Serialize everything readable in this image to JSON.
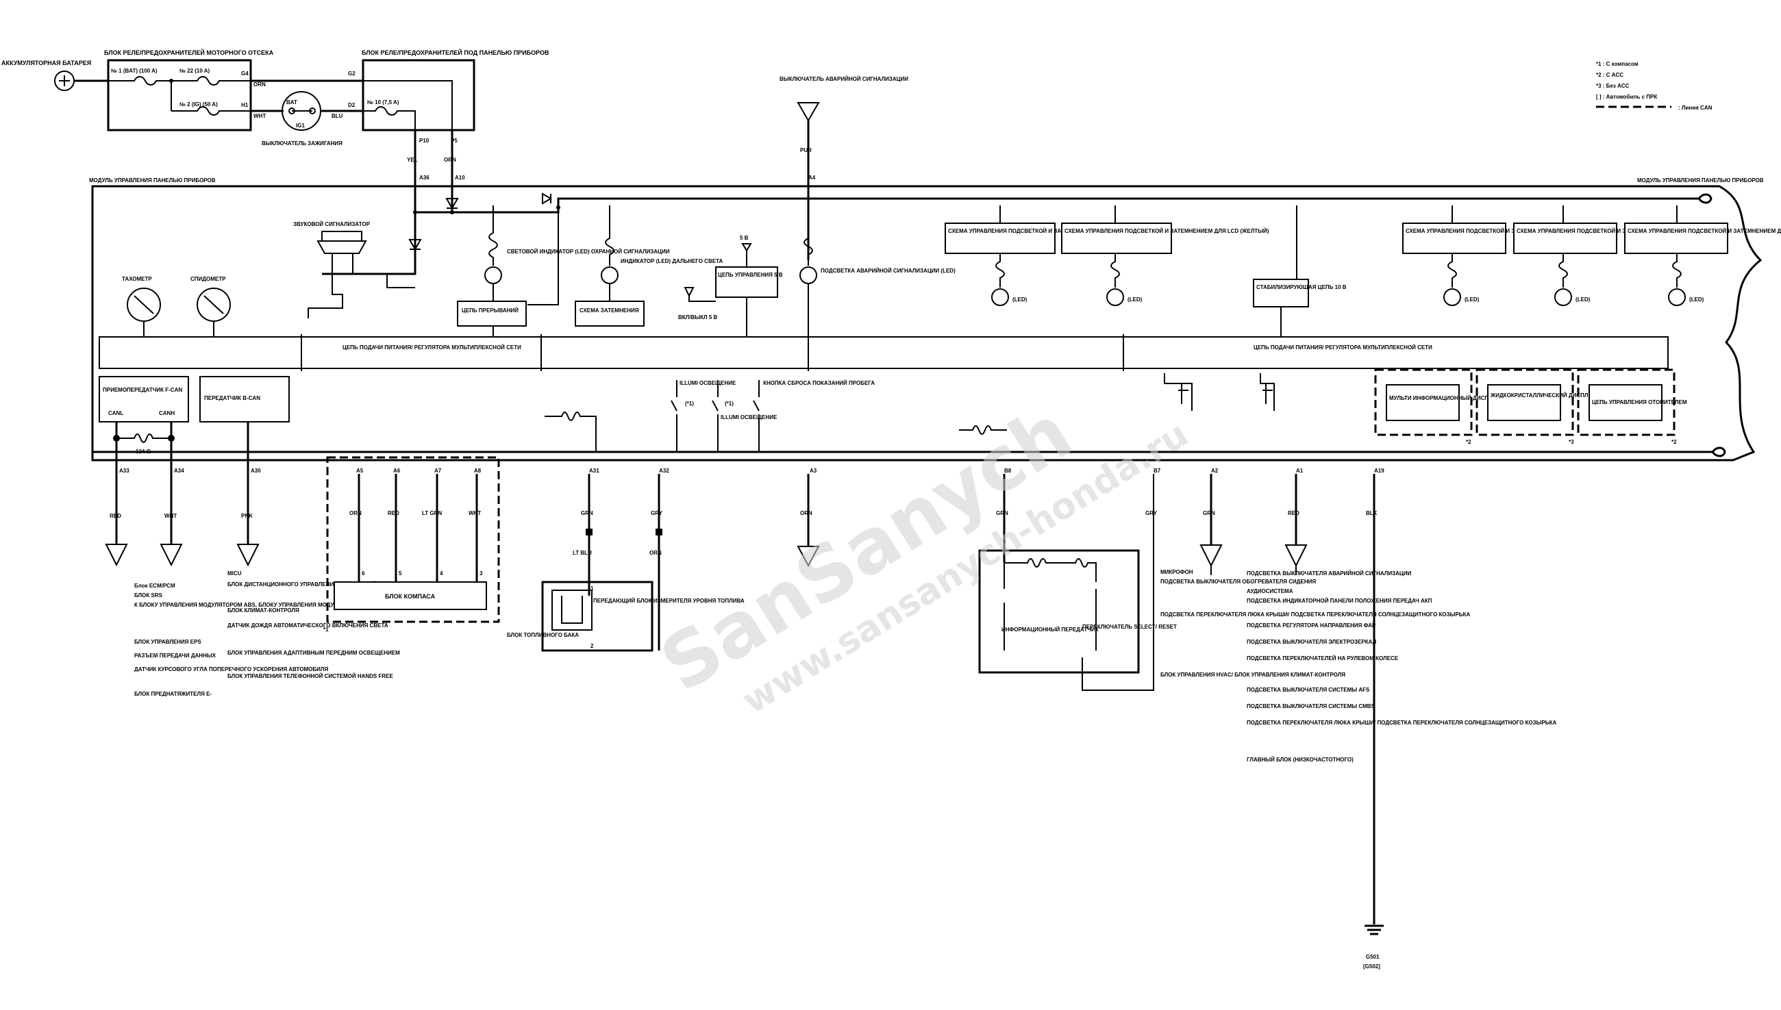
{
  "battery_label": "АККУМУЛЯТОРНАЯ БАТАРЕЯ",
  "engine_fuse_box_title": "БЛОК РЕЛЕ/ПРЕДОХРАНИТЕЛЕЙ МОТОРНОГО ОТСЕКА",
  "dash_fuse_box_title": "БЛОК РЕЛЕ/ПРЕДОХРАНИТЕЛЕЙ ПОД ПАНЕЛЬЮ ПРИБОРОВ",
  "fuses": {
    "f1": "№ 1 (BAT) (100 A)",
    "f22": "№ 22 (10 A)",
    "f2": "№ 2 (IG) (50 A)",
    "f10": "№ 10 (7,5 A)"
  },
  "ignition_switch_label": "ВЫКЛЮЧАТЕЛЬ ЗАЖИГАНИЯ",
  "ignition": {
    "bat": "BAT",
    "ig1": "IG1"
  },
  "hazard_switch_label": "ВЫКЛЮЧАТЕЛЬ АВАРИЙНОЙ СИГНАЛИЗАЦИИ",
  "legend": {
    "n1": "*1 : С компасом",
    "n2": "*2 : С ACC",
    "n3": "*3 : Без ACC",
    "n4": "[ ] : Автомобиль с ПРК",
    "can": ": Линия CAN"
  },
  "module_title": "МОДУЛЬ УПРАВЛЕНИЯ ПАНЕЛЬЮ ПРИБОРОВ",
  "pins": {
    "g4": "G4",
    "h1": "H1",
    "g2": "G2",
    "d2": "D2",
    "p10": "P10",
    "p5": "P5",
    "a36": "A36",
    "a10": "A10",
    "a4": "A4",
    "a33": "A33",
    "a34": "A34",
    "a30": "A30",
    "a5": "A5",
    "a6": "A6",
    "a7": "A7",
    "a8": "A8",
    "a31": "A31",
    "a32": "A32",
    "a3": "A3",
    "b8": "B8",
    "b7": "B7",
    "a2": "A2",
    "a1": "A1",
    "a19": "A19"
  },
  "wires": {
    "orn": "ORN",
    "wht": "WHT",
    "blu": "BLU",
    "yel": "YEL",
    "pur": "PUR",
    "red": "RED",
    "pnk": "PNK",
    "lt_grn": "LT GRN",
    "grn": "GRN",
    "gry": "GRY",
    "lt_blu": "LT BLU",
    "blk": "BLK"
  },
  "components": {
    "horn": "ЗВУКОВОЙ СИГНАЛИЗАТОР",
    "tach": "ТАХОМЕТР",
    "speedo": "СПИДОМЕТР",
    "security_led": "СВЕТОВОЙ ИНДИКАТОР (LED) ОХРАННОЙ СИГНАЛИЗАЦИИ",
    "interrupt": "ЦЕПЬ ПРЕРЫВАНИЙ",
    "high_beam": "ИНДИКАТОР (LED) ДАЛЬНЕГО СВЕТА",
    "dimmer": "СХЕМА ЗАТЕМНЕНИЯ",
    "five_v": "5 В",
    "ctrl_5v": "ЦЕПЬ УПРАВЛЕНИЯ 5 В",
    "on_off": "ВКЛ/ВЫКЛ 5 В",
    "hazard_led": "ПОДСВЕТКА АВАРИЙНОЙ СИГНАЛИЗАЦИИ (LED)",
    "mux_circuit": "ЦЕПЬ ПОДАЧИ ПИТАНИЯ/ РЕГУЛЯТОРА МУЛЬТИПЛЕКСНОЙ СЕТИ",
    "f_can": "ПРИЕМОПЕРЕДАТЧИК F-CAN",
    "canl": "CANL",
    "canh": "CANH",
    "b_can": "ПЕРЕДАТЧИК B-CAN",
    "resistor": "124 Ω",
    "illum_up": "ILLUMI ОСВЕЩЕНИЕ",
    "illum_down": "ILLUMI ОСВЕЩЕНИЕ",
    "n1a": "(*1)",
    "n1b": "(*1)",
    "trip_reset": "КНОПКА СБРОСА ПОКАЗАНИЙ ПРОБЕГА",
    "gauge_red": "СХЕМА УПРАВЛЕНИЯ ПОДСВЕТКОЙ И ЗАТЕМНЕНИЕМ УКАЗАТЕЛЯ (КРАСНЫЙ)",
    "lcd_yellow": "СХЕМА УПРАВЛЕНИЯ ПОДСВЕТКОЙ И ЗАТЕМНЕНИЕМ ДЛЯ LCD (ЖЕЛТЫЙ)",
    "stabilizer": "СТАБИЛИЗИРУЮЩАЯ ЦЕПЬ 10 В",
    "ft_lcd_white": "СХЕМА УПРАВЛЕНИЯ ПОДСВЕТКОЙ И ЗАТЕМНЕНИЕМ ДЛЯ FT LCD (БЕЛЫЙ)",
    "gauge_white": "СХЕМА УПРАВЛЕНИЯ ПОДСВЕТКОЙ И ЗАТЕМНЕНИЕМ УКАЗАТЕЛЯ (БЕЛЫЙ)",
    "lcd_white": "СХЕМА УПРАВЛЕНИЯ ПОДСВЕТКОЙ И ЗАТЕМНЕНИЕМ ДЛЯ LCD (БЕЛЫЙ)",
    "led": "(LED)",
    "multi_display": "МУЛЬТИ ИНФОРМАЦИОННЫЙ ДИСПЛЕЙ",
    "lcd_display": "ЖИДКОКРИСТАЛЛИЧЕСКИЙ ДИСПЛЕЙ",
    "heater_ctrl": "ЦЕПЬ УПРАВЛЕНИЯ ОТОПИТЕЛЕМ",
    "compass": "БЛОК КОМПАСА",
    "compass_pins": [
      "6",
      "5",
      "4",
      "3"
    ],
    "fuel_sender": "ПЕРЕДАЮЩИЙ БЛОК ИЗМЕРИТЕЛЯ УРОВНЯ ТОПЛИВА",
    "fuel_tank": "БЛОК ТОПЛИВНОГО БАКА",
    "fuel_pins": [
      "1",
      "2"
    ],
    "info_tx": "ИНФОРМАЦИОННЫЙ ПЕРЕДАТЧИК",
    "select_reset": "ПЕРЕКЛЮЧАТЕЛЬ SELECT/ RESET",
    "ground": "G501",
    "ground_alt": "[G502]",
    "note_star1": "*1",
    "note_star2": "*2",
    "note_star3": "*3"
  },
  "fcan_list": [
    "Блок ECM/PCM",
    "БЛОК SRS",
    "К БЛОКУ УПРАВЛЕНИЯ МОДУЛЯТОРОМ ABS, БЛОКУ УПРАВЛЕНИЯ МОДУЛЯТОРОМ VSA",
    "БЛОК УПРАВЛЕНИЯ EPS",
    "РАЗЪЕМ ПЕРЕДАЧИ ДАННЫХ",
    "ДАТЧИК КУРСОВОГО УГЛА ПОПЕРЕЧНОГО УСКОРЕНИЯ АВТОМОБИЛЯ",
    "БЛОК ПРЕДНАТЯЖИТЕЛЯ E-"
  ],
  "bcan_list": [
    "MICU",
    "БЛОК ДИСТАНЦИОННОГО УПРАВЛЕНИЯ-ИММОБИЛАЙЗЕР",
    "БЛОК КЛИМАТ-КОНТРОЛЯ",
    "ДАТЧИК ДОЖДЯ АВТОМАТИЧЕСКОГО ВКЛЮЧЕНИЯ СВЕТА",
    "БЛОК УПРАВЛЕНИЯ АДАПТИВНЫМ ПЕРЕДНИМ ОСВЕЩЕНИЕМ",
    "БЛОК УПРАВЛЕНИЯ ТЕЛЕФОННОЙ СИСТЕМОЙ HANDS FREE"
  ],
  "mic_list": [
    "МИКРОФОН",
    "ПОДСВЕТКА ВЫКЛЮЧАТЕЛЯ ОБОГРЕВАТЕЛЯ СИДЕНИЯ",
    "ПОДСВЕТКА ПЕРЕКЛЮЧАТЕЛЯ ЛЮКА КРЫШИ/ ПОДСВЕТКА ПЕРЕКЛЮЧАТЕЛЯ СОЛНЦЕЗАЩИТНОГО КОЗЫРЬКА",
    "БЛОК УПРАВЛЕНИЯ HVAC/ БЛОК УПРАВЛЕНИЯ КЛИМАТ-КОНТРОЛЯ"
  ],
  "illum_list": [
    "ПОДСВЕТКА ВЫКЛЮЧАТЕЛЯ АВАРИЙНОЙ СИГНАЛИЗАЦИИ",
    "АУДИОСИСТЕМА",
    "ПОДСВЕТКА ИНДИКАТОРНОЙ ПАНЕЛИ ПОЛОЖЕНИЯ ПЕРЕДАЧ АКП",
    "ПОДСВЕТКА РЕГУЛЯТОРА НАПРАВЛЕНИЯ ФАР",
    "ПОДСВЕТКА ВЫКЛЮЧАТЕЛЯ ЭЛЕКТРОЗЕРКАЛ",
    "ПОДСВЕТКА ПЕРЕКЛЮЧАТЕЛЕЙ НА РУЛЕВОМ КОЛЕСЕ",
    "ПОДСВЕТКА ВЫКЛЮЧАТЕЛЯ СИСТЕМЫ AFS",
    "ПОДСВЕТКА ВЫКЛЮЧАТЕЛЯ СИСТЕМЫ CMBS",
    "ПОДСВЕТКА ПЕРЕКЛЮЧАТЕЛЯ ЛЮКА КРЫШИ/ ПОДСВЕТКА ПЕРЕКЛЮЧАТЕЛЯ СОЛНЦЕЗАЩИТНОГО КОЗЫРЬКА",
    "ГЛАВНЫЙ БЛОК (НИЗКОЧАСТОТНОГО)"
  ],
  "watermark": {
    "line1": "SanSanych",
    "line2": "www.sansanych-honda.ru"
  }
}
